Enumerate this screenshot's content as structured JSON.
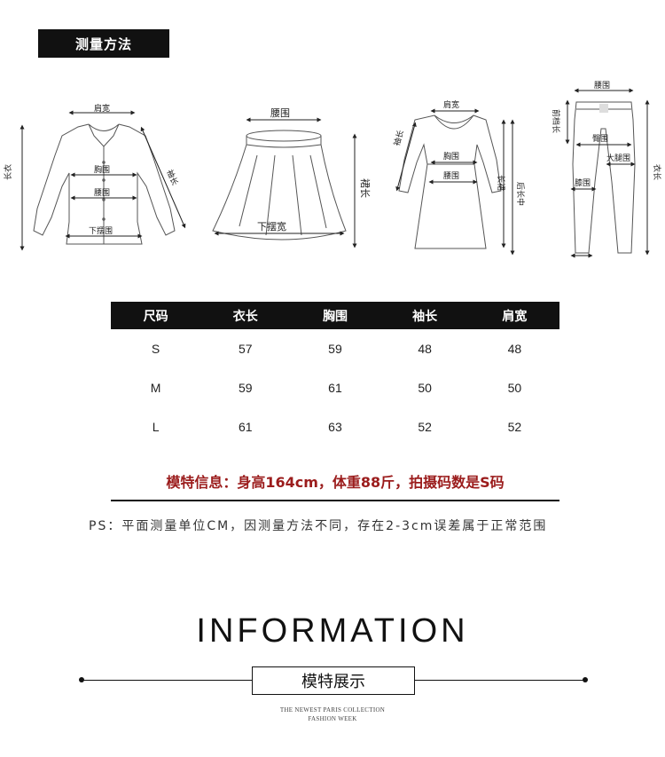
{
  "section_title": "测量方法",
  "diagrams": {
    "shirt": {
      "shoulder": "肩宽",
      "chest": "胸围",
      "waist": "腰围",
      "hem": "下摆围",
      "sleeve": "袖长",
      "length": "长衣"
    },
    "skirt": {
      "waist": "腰围",
      "hem": "下摆宽",
      "length": "裙长"
    },
    "dress": {
      "shoulder": "肩宽",
      "sleeve": "袖长",
      "chest": "胸围",
      "waist": "腰围",
      "length": "长裙",
      "back_length": "后长中"
    },
    "pants": {
      "waist": "腰围",
      "rise": "前档长",
      "hip": "臀围",
      "thigh": "大腿围",
      "knee": "膝围",
      "length": "衣长"
    }
  },
  "size_table": {
    "headers": [
      "尺码",
      "衣长",
      "胸围",
      "袖长",
      "肩宽"
    ],
    "rows": [
      [
        "S",
        "57",
        "59",
        "48",
        "48"
      ],
      [
        "M",
        "59",
        "61",
        "50",
        "50"
      ],
      [
        "L",
        "61",
        "63",
        "52",
        "52"
      ]
    ]
  },
  "model_info": "模特信息：身高164cm，体重88斤，拍摄码数是S码",
  "ps_note": "PS：平面测量单位CM，因测量方法不同，存在2-3cm误差属于正常范围",
  "info_heading": "INFORMATION",
  "model_showcase_label": "模特展示",
  "fine_print_line1": "THE NEWEST PARIS COLLECTION",
  "fine_print_line2": "FASHION WEEK"
}
